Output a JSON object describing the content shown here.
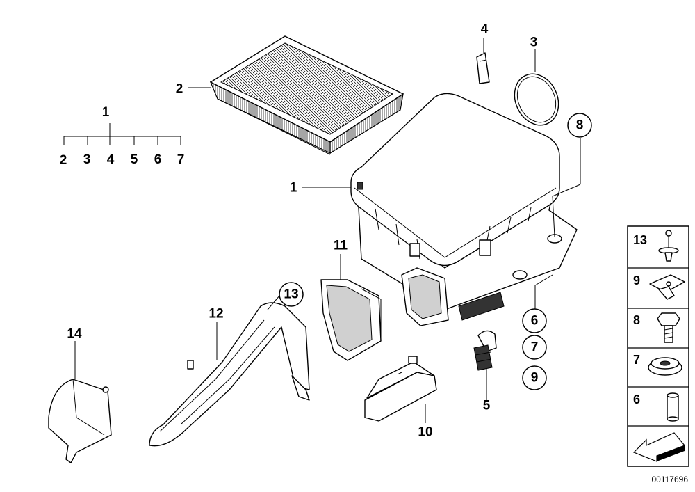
{
  "tree": {
    "root": "1",
    "children": [
      "2",
      "3",
      "4",
      "5",
      "6",
      "7"
    ]
  },
  "callouts": {
    "c1": "1",
    "c2": "2",
    "c3": "3",
    "c4": "4",
    "c5": "5",
    "c6": "6",
    "c7": "7",
    "c8": "8",
    "c9": "9",
    "c10": "10",
    "c11": "11",
    "c12": "12",
    "c13": "13",
    "c14": "14"
  },
  "side_panel": [
    "13",
    "9",
    "8",
    "7",
    "6"
  ],
  "image_id": "00117696"
}
